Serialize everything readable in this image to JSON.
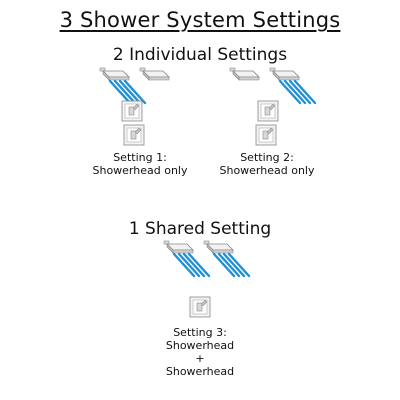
{
  "title": "3 Shower System Settings",
  "individual": {
    "heading": "2 Individual Settings",
    "settings": [
      {
        "label": "Setting 1:",
        "lines": [
          "Showerhead only"
        ]
      },
      {
        "label": "Setting 2:",
        "lines": [
          "Showerhead only"
        ]
      }
    ]
  },
  "shared": {
    "heading": "1 Shared Setting",
    "settings": [
      {
        "label": "Setting 3:",
        "lines": [
          "Showerhead",
          "+",
          "Showerhead"
        ]
      }
    ]
  },
  "colors": {
    "water": "#1f8fd8",
    "fixture_outline": "#888888",
    "text": "#111111"
  },
  "icons": [
    "showerhead-icon",
    "shower-valve-icon",
    "water-spray-icon"
  ]
}
